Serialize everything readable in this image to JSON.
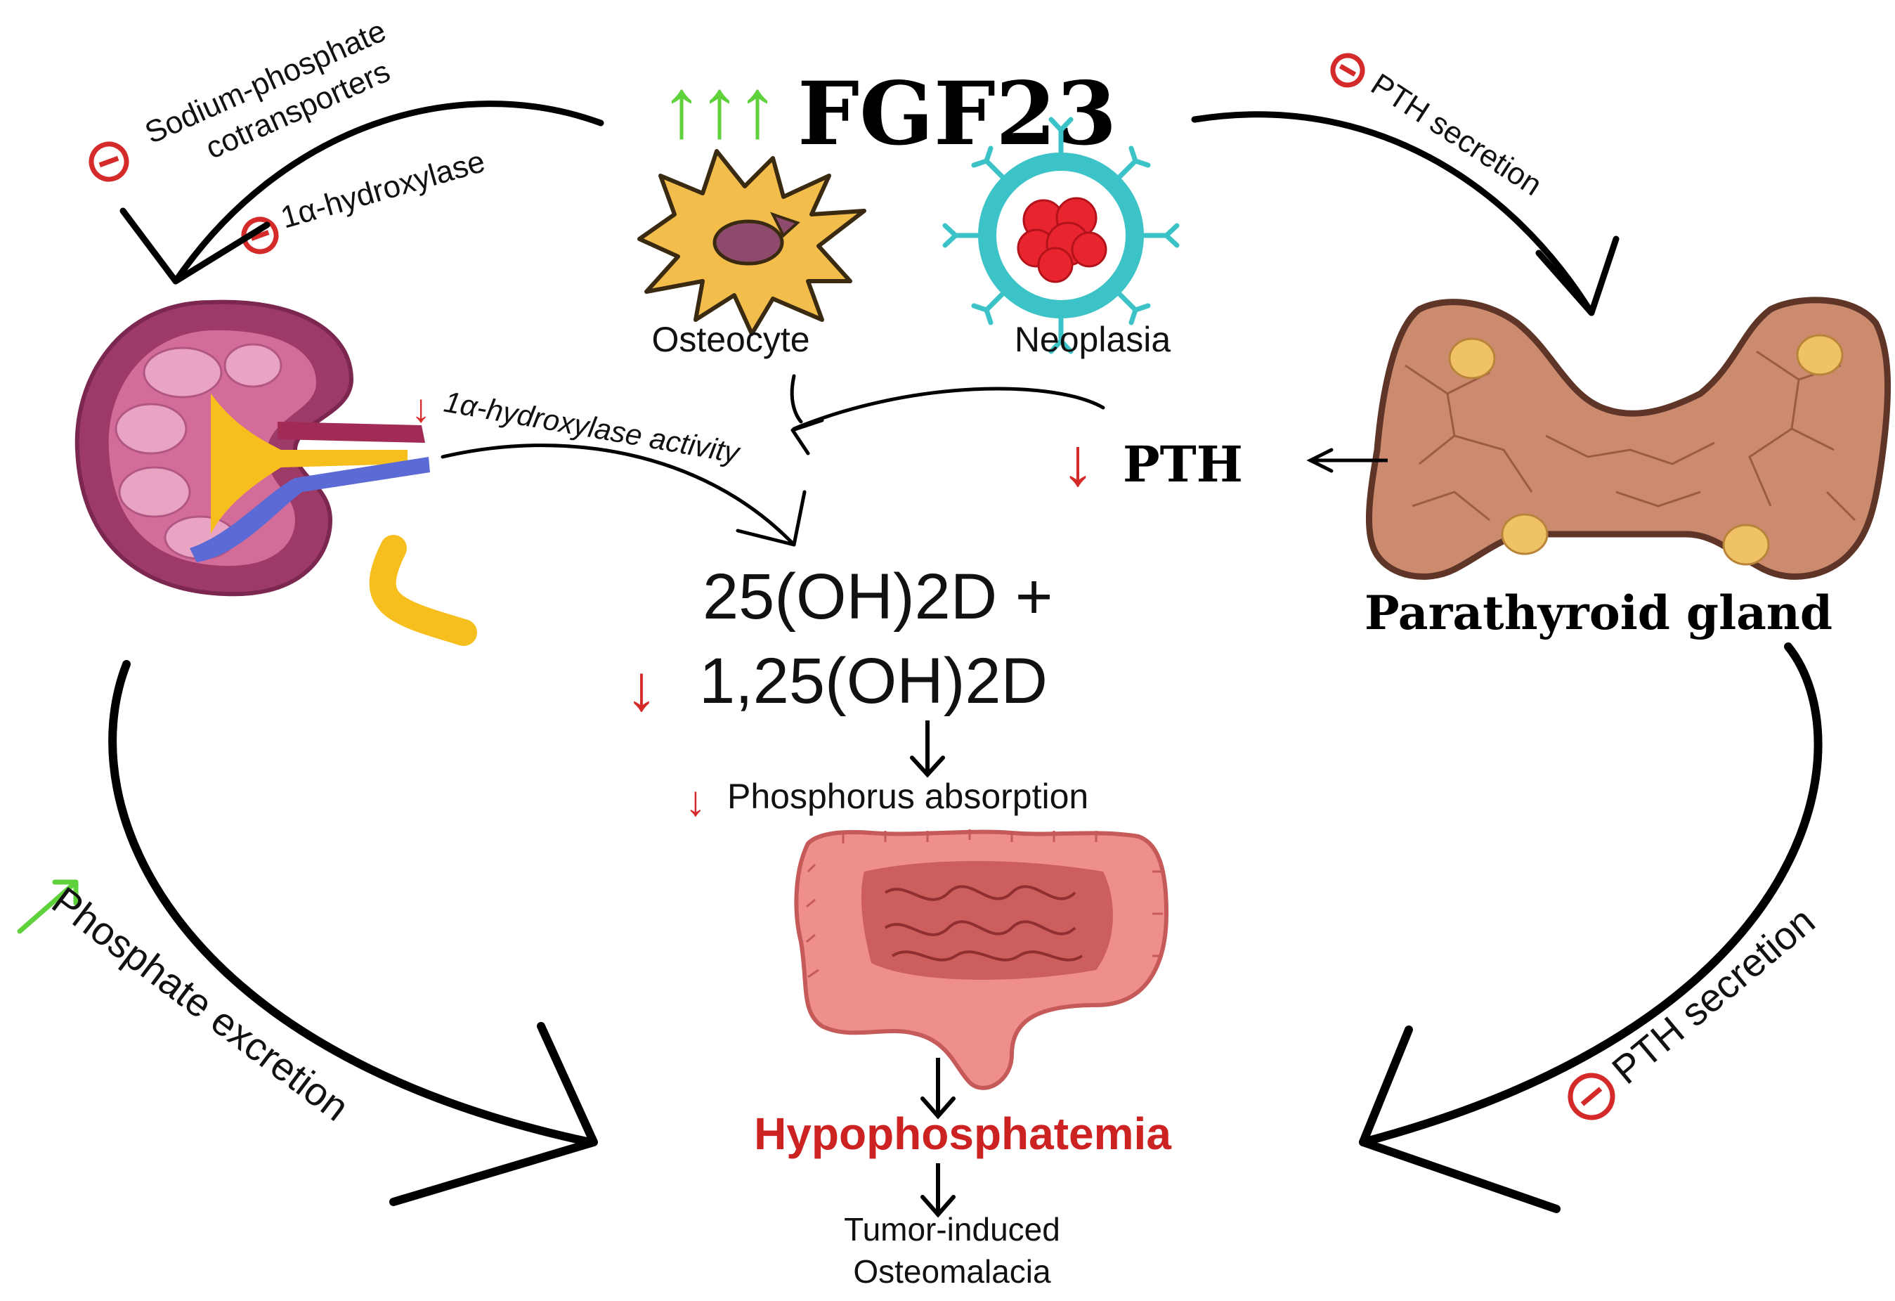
{
  "top": {
    "increase_arrows": "↑↑↑",
    "title": "FGF23"
  },
  "sources": {
    "osteocyte": "Osteocyte",
    "neoplasia": "Neoplasia"
  },
  "kidney_effects": {
    "cotransporters_line1": "Sodium-phosphate",
    "cotransporters_line2": "cotransporters",
    "hydroxylase": "1α-hydroxylase"
  },
  "parathyroid_effect": {
    "label": "PTH secretion"
  },
  "middle": {
    "down_arrow": "↓",
    "hydroxylase_activity": "1α-hydroxylase activity",
    "pth": "PTH",
    "vitamin_d_line1": "25(OH)2D +",
    "vitamin_d_line2": "1,25(OH)2D",
    "phosphorus": "Phosphorus absorption"
  },
  "organs": {
    "parathyroid": "Parathyroid gland"
  },
  "bottom": {
    "phosphate_excretion": "Phosphate excretion",
    "pth_secretion": "PTH secretion",
    "hypophosphatemia": "Hypophosphatemia",
    "outcome_line1": "Tumor-induced",
    "outcome_line2": "Osteomalacia"
  },
  "colors": {
    "increase": "#5fd13a",
    "decrease": "#d42a2a",
    "inhibit": "#d42a2a",
    "emphasis": "#cc2222"
  }
}
